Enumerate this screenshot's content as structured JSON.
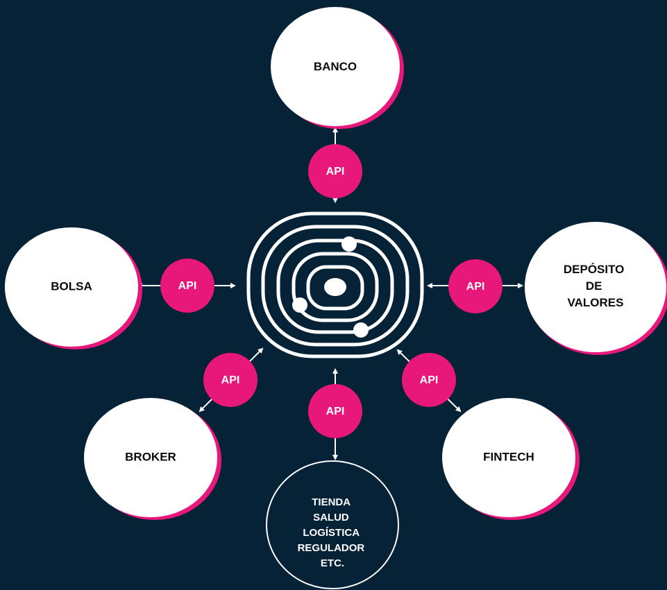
{
  "colors": {
    "background": "#062236",
    "accent": "#e8177a",
    "node_fill": "#ffffff",
    "line": "#ffffff"
  },
  "nodes": {
    "banco": "BANCO",
    "bolsa": "BOLSA",
    "deposito": [
      "DEPÓSITO",
      "DE",
      "VALORES"
    ],
    "broker": "BROKER",
    "fintech": "FINTECH",
    "otros": [
      "TIENDA",
      "SALUD",
      "LOGÍSTICA",
      "REGULADOR",
      "ETC."
    ]
  },
  "api_label": "API",
  "center_icon": "concentric-spiral-platform-icon"
}
